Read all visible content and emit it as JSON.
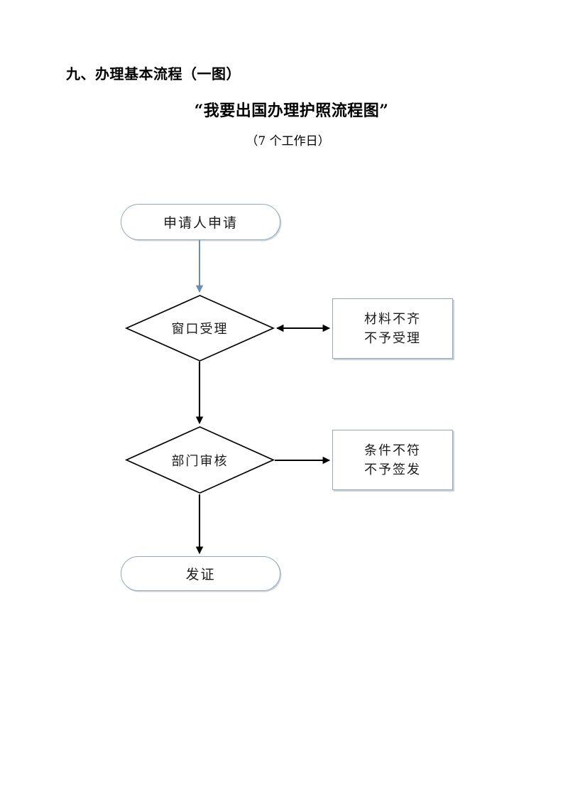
{
  "document": {
    "section_heading": "九、办理基本流程（一图）",
    "title": "“我要出国办理护照流程图”",
    "subtitle": "（7 个工作日）"
  },
  "flowchart": {
    "type": "flowchart",
    "orientation": "top-to-bottom",
    "colors": {
      "terminator_border": "#92a8bd",
      "process_border": "#92a8bd",
      "decision_border": "#000000",
      "first_connector": "#6b8ca8",
      "connector": "#000000",
      "background": "#ffffff",
      "text": "#1a1a1a"
    },
    "nodes": [
      {
        "id": "start",
        "shape": "terminator",
        "label": "申请人申请"
      },
      {
        "id": "window-intake",
        "shape": "decision",
        "label": "窗口受理"
      },
      {
        "id": "reject-materials",
        "shape": "process",
        "line1": "材料不齐",
        "line2": "不予受理"
      },
      {
        "id": "department-review",
        "shape": "decision",
        "label": "部门审核"
      },
      {
        "id": "reject-conditions",
        "shape": "process",
        "line1": "条件不符",
        "line2": "不予签发"
      },
      {
        "id": "issue",
        "shape": "terminator",
        "label": "发证"
      }
    ],
    "edges": [
      {
        "from": "start",
        "to": "window-intake",
        "direction": "down",
        "arrowheads": "single",
        "color": "#6b8ca8"
      },
      {
        "from": "window-intake",
        "to": "reject-materials",
        "direction": "right",
        "arrowheads": "double",
        "color": "#000000"
      },
      {
        "from": "window-intake",
        "to": "department-review",
        "direction": "down",
        "arrowheads": "single",
        "color": "#000000"
      },
      {
        "from": "department-review",
        "to": "reject-conditions",
        "direction": "right",
        "arrowheads": "single",
        "color": "#000000"
      },
      {
        "from": "department-review",
        "to": "issue",
        "direction": "down",
        "arrowheads": "single",
        "color": "#000000"
      }
    ]
  }
}
